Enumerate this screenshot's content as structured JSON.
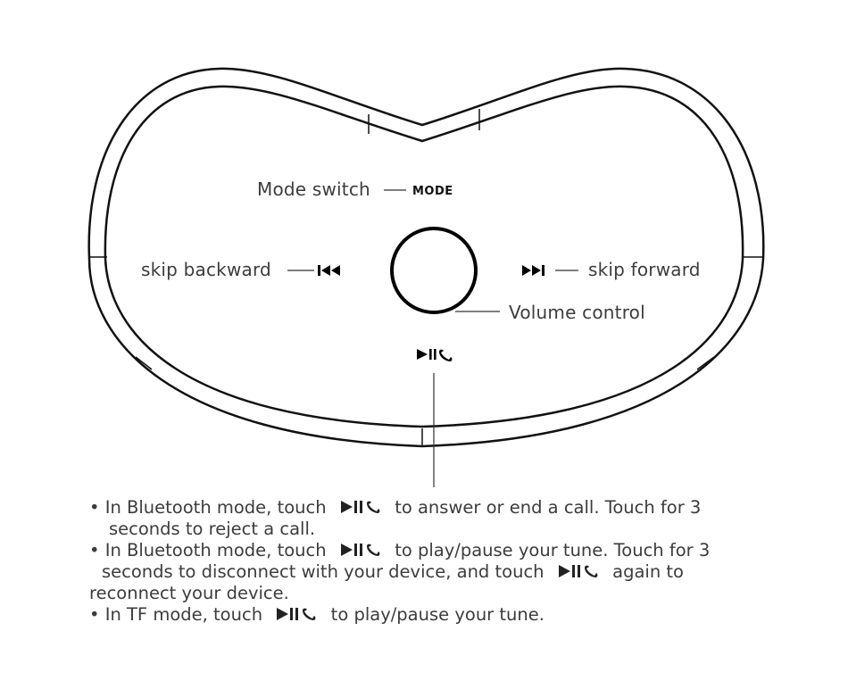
{
  "labels": {
    "mode_switch": "Mode switch",
    "mode_button": "MODE",
    "skip_backward": "skip backward",
    "skip_forward": "skip forward",
    "volume_control": "Volume control"
  },
  "icons": {
    "prev": "skip-backward-icon",
    "next": "skip-forward-icon",
    "play_pause_call": "play-pause-call-icon"
  },
  "notes": [
    {
      "bullet": "• In Bluetooth mode, touch",
      "after_icon": "to answer or end a call. Touch for 3",
      "continuation": "seconds to reject a call."
    },
    {
      "bullet": "• In Bluetooth mode, touch",
      "after_icon": "to play/pause your tune. Touch for 3",
      "continuation": "seconds to disconnect with your device, and touch",
      "continuation_after_icon": "again to",
      "last": "reconnect your device."
    },
    {
      "bullet": "•  In TF mode, touch",
      "after_icon": "to play/pause your tune."
    }
  ]
}
